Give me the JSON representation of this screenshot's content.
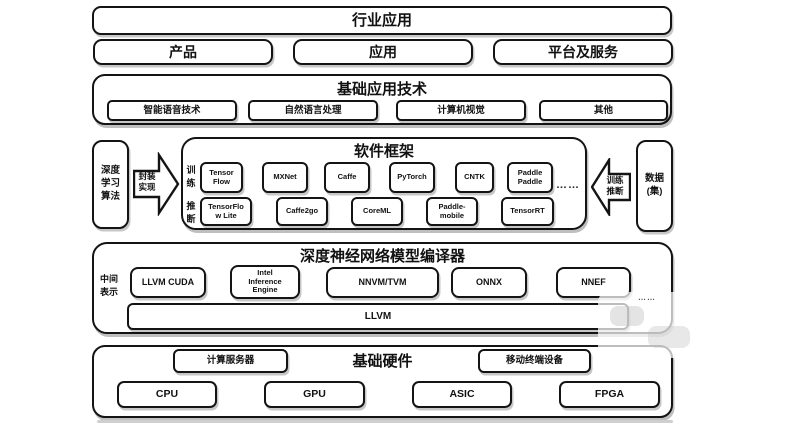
{
  "colors": {
    "line": "#141414",
    "background": "#ffffff",
    "text": "#111111"
  },
  "industry": {
    "label": "行业应用"
  },
  "tier2": {
    "product": "产品",
    "application": "应用",
    "platform": "平台及服务"
  },
  "app_tech": {
    "title": "基础应用技术",
    "items": [
      "智能语音技术",
      "自然语言处理",
      "计算机视觉",
      "其他"
    ]
  },
  "framework": {
    "title": "软件框架",
    "algorithm_label": "深度\n学习\n算法",
    "encapsulate_label": "封装\n实现",
    "train_label": "训\n练",
    "infer_label": "推\n断",
    "train_items": [
      "Tensor\nFlow",
      "MXNet",
      "Caffe",
      "PyTorch",
      "CNTK",
      "Paddle\nPaddle"
    ],
    "ellipsis": "……",
    "infer_items": [
      "TensorFlo\nw Lite",
      "Caffe2go",
      "CoreML",
      "Paddle-\nmobile",
      "TensorRT"
    ],
    "train_infer_label": "训练\n推断",
    "dataset_label": "数据\n(集)"
  },
  "compiler": {
    "title": "深度神经网络模型编译器",
    "ir_label": "中间\n表示",
    "items": [
      "LLVM CUDA",
      "Intel\nInference\nEngine",
      "NNVM/TVM",
      "ONNX",
      "NNEF"
    ],
    "ellipsis": "……",
    "llvm_label": "LLVM"
  },
  "hardware": {
    "title": "基础硬件",
    "server_label": "计算服务器",
    "mobile_label": "移动终端设备",
    "chips": [
      "CPU",
      "GPU",
      "ASIC",
      "FPGA"
    ]
  }
}
